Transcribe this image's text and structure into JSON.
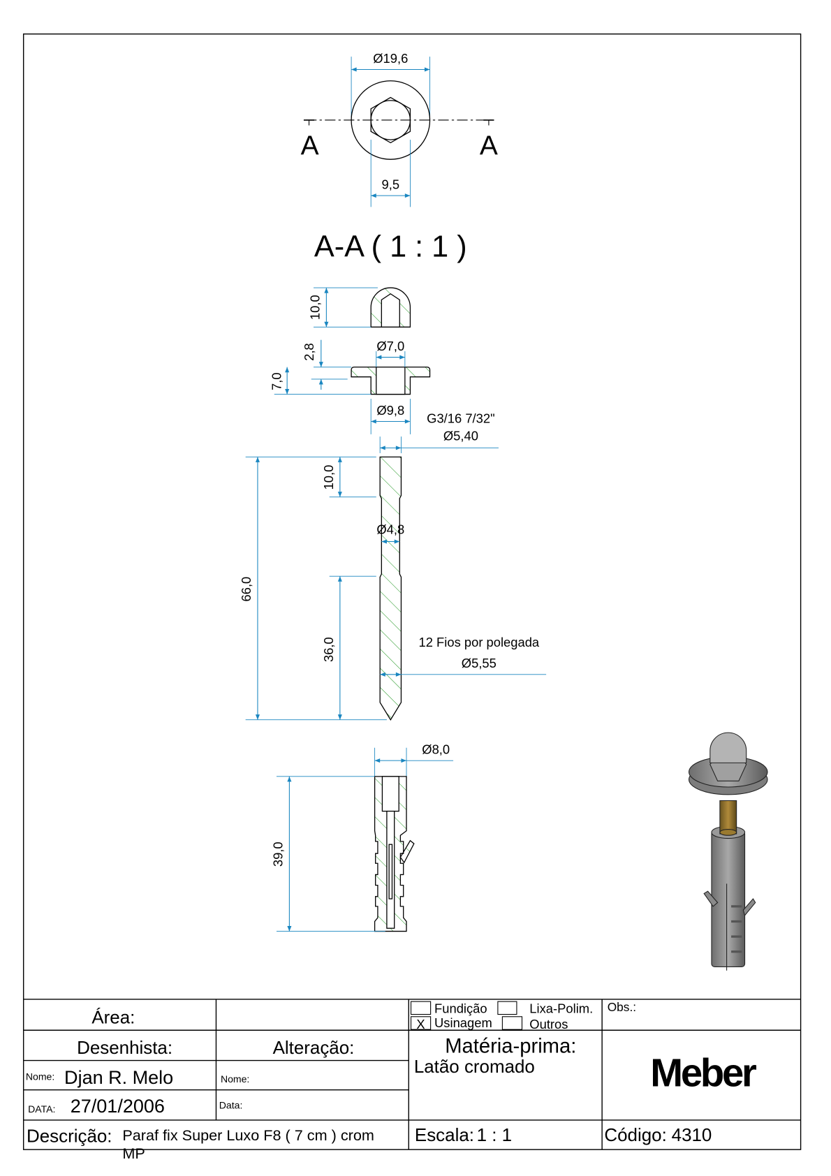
{
  "drawing": {
    "top_view": {
      "dia_outer": "Ø19,6",
      "hex_size": "9,5",
      "section_mark_left": "A",
      "section_mark_right": "A"
    },
    "section_title": "A-A ( 1 : 1 )",
    "cap": {
      "height": "10,0"
    },
    "washer": {
      "inner_dia": "Ø7,0",
      "flange_thickness": "2,8",
      "height": "7,0",
      "outer_dia": "Ø9,8"
    },
    "screw": {
      "thread_spec": "G3/16 7/32\"",
      "head_dia": "Ø5,40",
      "total_length": "66,0",
      "top_length": "10,0",
      "neck_dia": "Ø4,8",
      "thread_length": "36,0",
      "thread_note": "12 Fios por polegada",
      "thread_dia": "Ø5,55"
    },
    "anchor": {
      "dia": "Ø8,0",
      "length": "39,0"
    }
  },
  "title_block": {
    "area_label": "Área:",
    "process": {
      "fundicao": "Fundição",
      "lixa": "Lixa-Polim.",
      "usinagem": "Usinagem",
      "outros": "Outros",
      "usinagem_mark": "X"
    },
    "obs_label": "Obs.:",
    "desenhista_label": "Desenhista:",
    "alteracao_label": "Alteração:",
    "materia_label": "Matéria-prima:",
    "materia_value": "Latão cromado",
    "nome_label": "Nome:",
    "nome_value": "Djan R. Melo",
    "nome2_label": "Nome:",
    "data_label": "DATA:",
    "data_value": "27/01/2006",
    "data2_label": "Data:",
    "descricao_label": "Descrição:",
    "descricao_value": "Paraf fix Super Luxo F8  ( 7 cm ) crom",
    "descricao_value2": "MP",
    "escala_label": "Escala:",
    "escala_value": "1 : 1",
    "codigo_label": "Código:",
    "codigo_value": "4310",
    "logo": "Meber"
  },
  "colors": {
    "dimension": "#1a86c0",
    "hatch": "#2a9a2a"
  }
}
